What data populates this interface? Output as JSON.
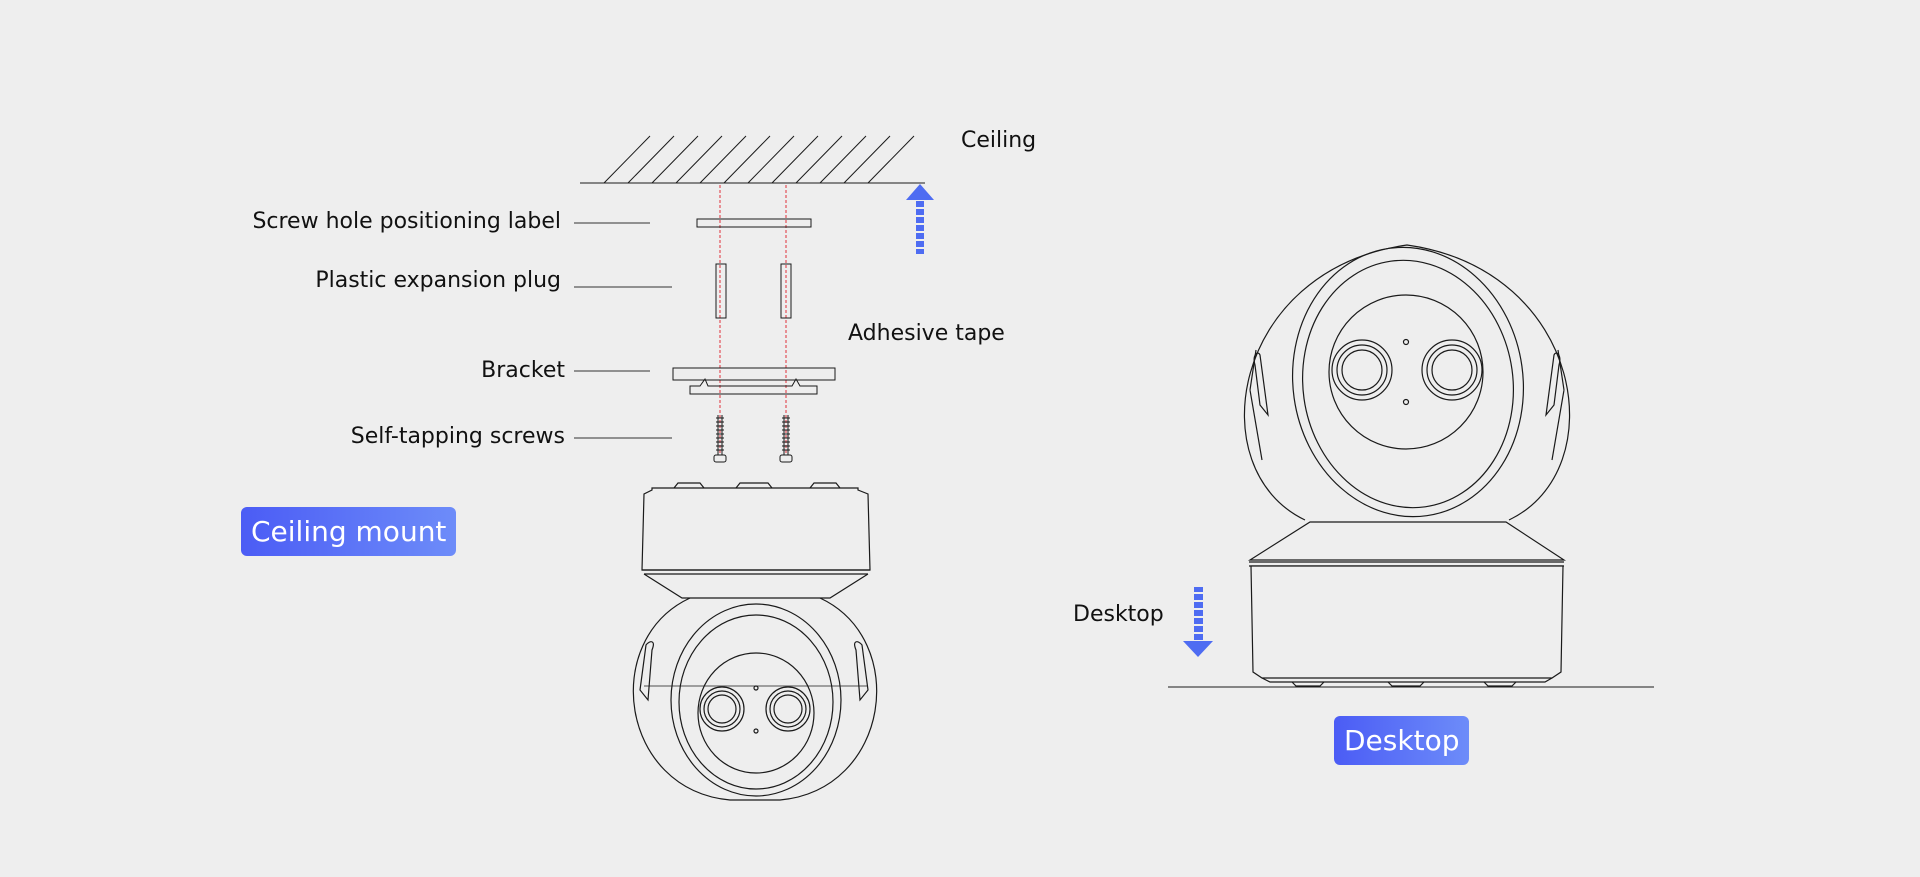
{
  "ceiling_mount": {
    "ceiling_label": "Ceiling",
    "parts": {
      "screw_hole_label": "Screw hole positioning label",
      "expansion_plug": "Plastic expansion plug",
      "adhesive_tape": "Adhesive tape",
      "bracket": "Bracket",
      "screws": "Self-tapping screws"
    },
    "badge": "Ceiling mount"
  },
  "desktop_mount": {
    "surface_label": "Desktop",
    "badge": "Desktop"
  },
  "colors": {
    "background": "#eeeeee",
    "line": "#1a1a1a",
    "guide_line": "#e0303a",
    "arrow": "#4e6cf2",
    "badge_start": "#4b5cf5",
    "badge_end": "#6d8cf9"
  },
  "icons": {
    "up_arrow": "arrow-up-icon",
    "down_arrow": "arrow-down-icon"
  }
}
